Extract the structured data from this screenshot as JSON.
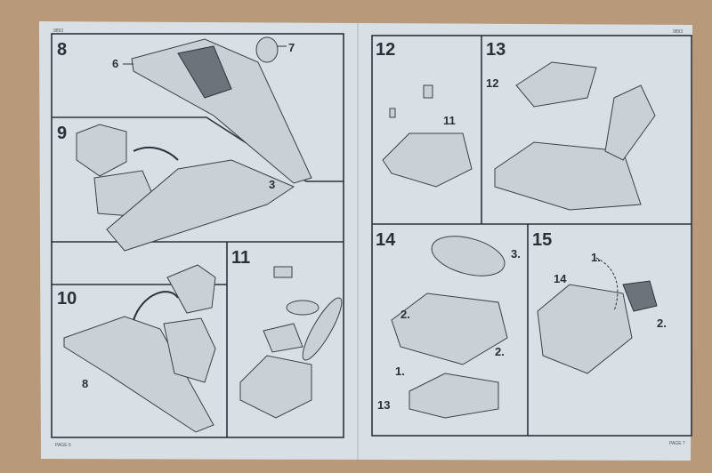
{
  "pages": {
    "left": {
      "header_code": "9893",
      "footer": "PAGE 6",
      "steps": [
        {
          "number": "8",
          "callouts": [
            "6",
            "7"
          ]
        },
        {
          "number": "9",
          "callouts": [
            "3"
          ]
        },
        {
          "number": "10",
          "callouts": [
            "8"
          ]
        },
        {
          "number": "11",
          "callouts": []
        }
      ]
    },
    "right": {
      "header_code": "9893",
      "footer": "PAGE 7",
      "steps": [
        {
          "number": "12",
          "callouts": [
            "11"
          ]
        },
        {
          "number": "13",
          "callouts": [
            "12"
          ]
        },
        {
          "number": "14",
          "callouts": [
            "3.",
            "2.",
            "2.",
            "1.",
            "13"
          ]
        },
        {
          "number": "15",
          "callouts": [
            "14",
            "1.",
            "2."
          ]
        }
      ]
    }
  }
}
